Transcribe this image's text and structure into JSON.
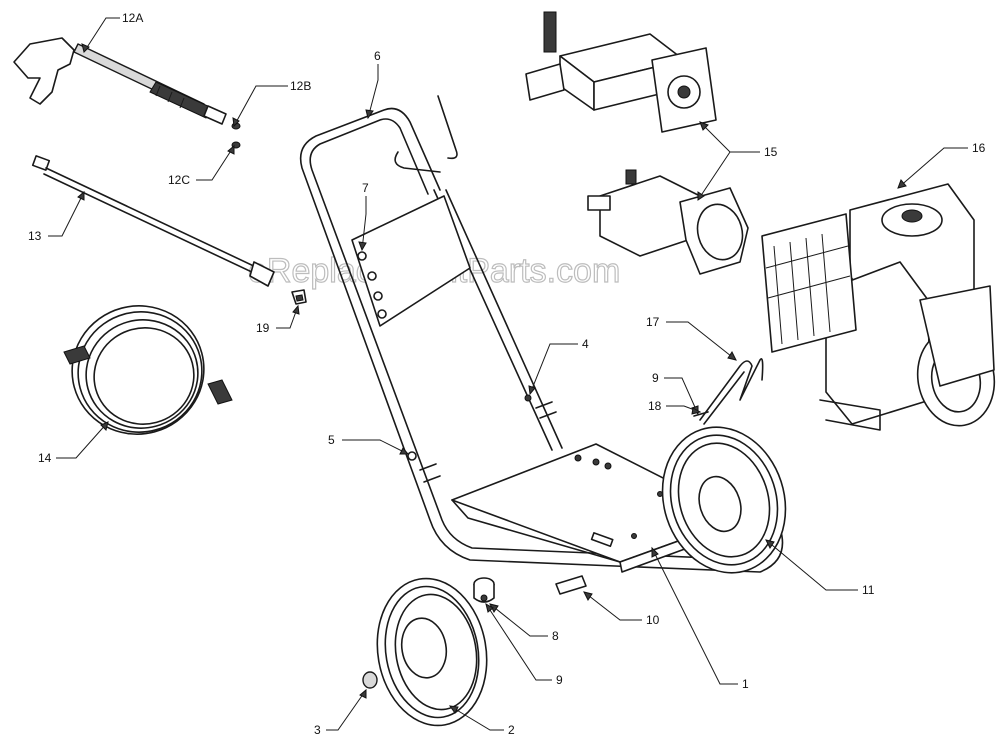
{
  "watermark": "eReplacementParts.com",
  "callouts": [
    {
      "id": "12A",
      "text": "12A"
    },
    {
      "id": "12B",
      "text": "12B"
    },
    {
      "id": "12C",
      "text": "12C"
    },
    {
      "id": "13",
      "text": "13"
    },
    {
      "id": "14",
      "text": "14"
    },
    {
      "id": "19",
      "text": "19"
    },
    {
      "id": "6",
      "text": "6"
    },
    {
      "id": "7",
      "text": "7"
    },
    {
      "id": "5",
      "text": "5"
    },
    {
      "id": "4",
      "text": "4"
    },
    {
      "id": "15",
      "text": "15"
    },
    {
      "id": "16",
      "text": "16"
    },
    {
      "id": "17",
      "text": "17"
    },
    {
      "id": "9a",
      "text": "9"
    },
    {
      "id": "18",
      "text": "18"
    },
    {
      "id": "11",
      "text": "11"
    },
    {
      "id": "10",
      "text": "10"
    },
    {
      "id": "8",
      "text": "8"
    },
    {
      "id": "9b",
      "text": "9"
    },
    {
      "id": "1",
      "text": "1"
    },
    {
      "id": "2",
      "text": "2"
    },
    {
      "id": "3",
      "text": "3"
    }
  ]
}
